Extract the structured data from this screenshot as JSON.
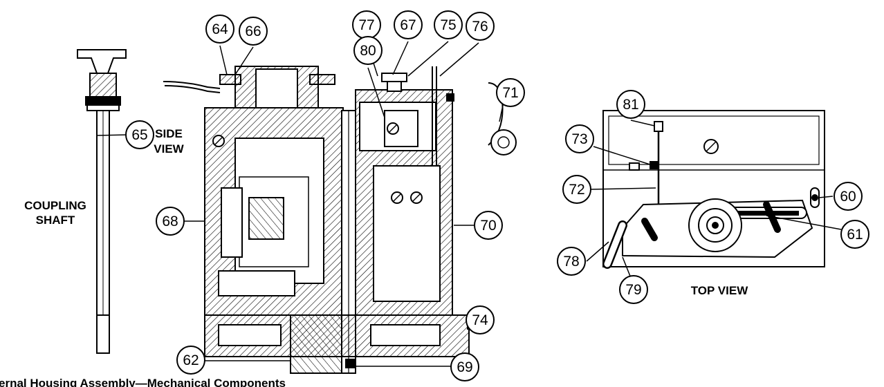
{
  "labels": {
    "coupling_line1": "COUPLING",
    "coupling_line2": "SHAFT",
    "side_line1": "SIDE",
    "side_line2": "VIEW",
    "top_view": "TOP VIEW"
  },
  "caption": "ernal Housing Assembly—Mechanical Components",
  "callouts": [
    "64",
    "66",
    "77",
    "67",
    "75",
    "76",
    "80",
    "71",
    "65",
    "68",
    "70",
    "62",
    "69",
    "74",
    "81",
    "73",
    "72",
    "60",
    "61",
    "78",
    "79"
  ]
}
